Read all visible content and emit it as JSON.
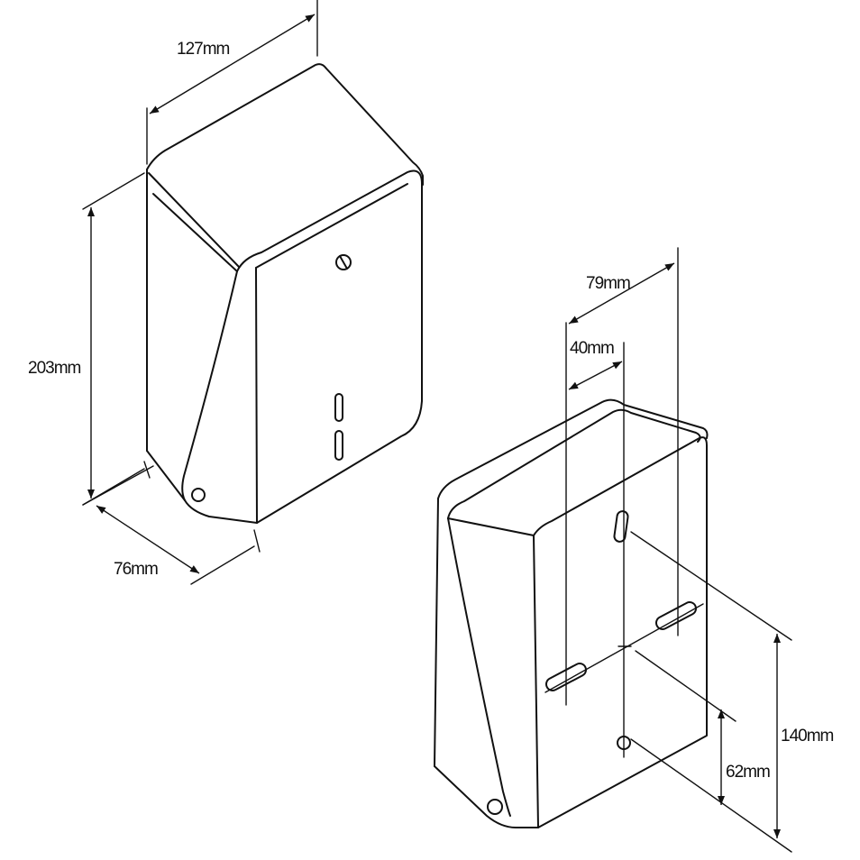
{
  "dimensions": {
    "width": "127mm",
    "height": "203mm",
    "depth": "76mm",
    "hole_spacing_outer": "79mm",
    "hole_spacing_inner": "40mm",
    "hole_height_upper": "140mm",
    "hole_height_lower": "62mm"
  },
  "colors": {
    "line": "#111111",
    "background": "#ffffff"
  }
}
